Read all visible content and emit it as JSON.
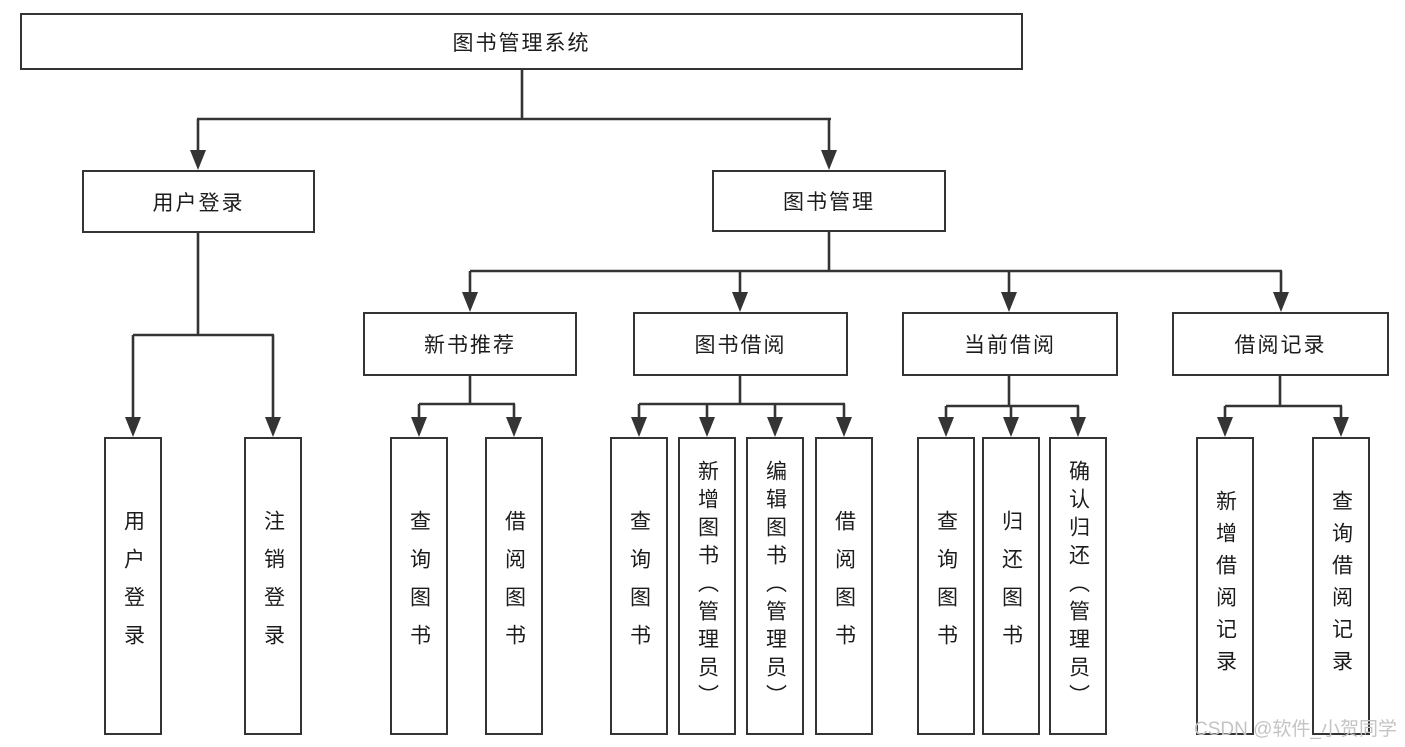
{
  "colors": {
    "line": "#343434",
    "text": "#1c1c1c",
    "background": "#ffffff",
    "watermark": "#c4c4c4"
  },
  "watermark": {
    "text": "CSDN @软件_小贺同学"
  },
  "tree": {
    "label": "图书管理系统",
    "children": [
      {
        "label": "用户登录",
        "children": [
          {
            "label": "用户登录"
          },
          {
            "label": "注销登录"
          }
        ]
      },
      {
        "label": "图书管理",
        "children": [
          {
            "label": "新书推荐",
            "children": [
              {
                "label": "查询图书"
              },
              {
                "label": "借阅图书"
              }
            ]
          },
          {
            "label": "图书借阅",
            "children": [
              {
                "label": "查询图书"
              },
              {
                "label": "新增图书（管理员）"
              },
              {
                "label": "编辑图书（管理员）"
              },
              {
                "label": "借阅图书"
              }
            ]
          },
          {
            "label": "当前借阅",
            "children": [
              {
                "label": "查询图书"
              },
              {
                "label": "归还图书"
              },
              {
                "label": "确认归还（管理员）"
              }
            ]
          },
          {
            "label": "借阅记录",
            "children": [
              {
                "label": "新增借阅记录"
              },
              {
                "label": "查询借阅记录"
              }
            ]
          }
        ]
      }
    ]
  }
}
